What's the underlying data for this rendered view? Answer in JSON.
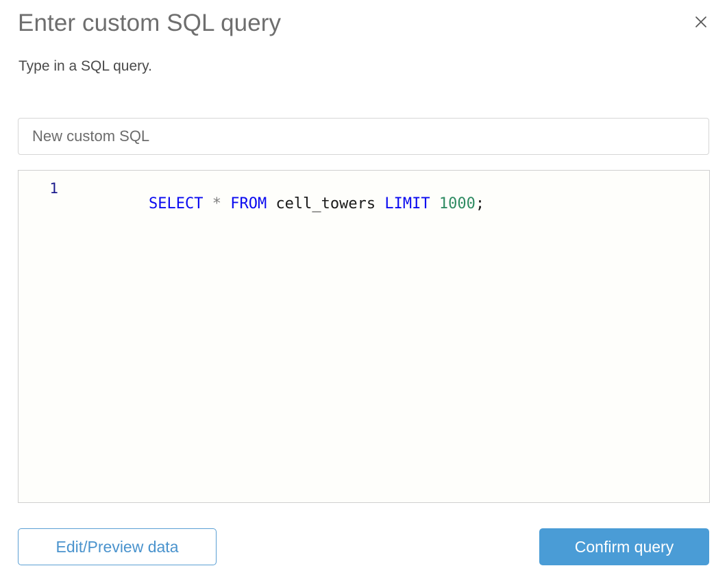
{
  "dialog": {
    "title": "Enter custom SQL query",
    "subtitle": "Type in a SQL query.",
    "close_icon": "close-icon"
  },
  "name_field": {
    "value": "",
    "placeholder": "New custom SQL"
  },
  "editor": {
    "line_numbers": [
      "1"
    ],
    "query": "SELECT * FROM cell_towers LIMIT 1000;",
    "tokens": [
      {
        "text": "SELECT",
        "type": "keyword"
      },
      {
        "text": " ",
        "type": "plain"
      },
      {
        "text": "*",
        "type": "operator"
      },
      {
        "text": " ",
        "type": "plain"
      },
      {
        "text": "FROM",
        "type": "keyword"
      },
      {
        "text": " ",
        "type": "plain"
      },
      {
        "text": "cell_towers",
        "type": "identifier"
      },
      {
        "text": " ",
        "type": "plain"
      },
      {
        "text": "LIMIT",
        "type": "keyword"
      },
      {
        "text": " ",
        "type": "plain"
      },
      {
        "text": "1000",
        "type": "number"
      },
      {
        "text": ";",
        "type": "punctuation"
      }
    ],
    "colors": {
      "keyword": "#0a0af0",
      "operator": "#808080",
      "identifier": "#1a1a1a",
      "number": "#2e8b62",
      "punctuation": "#1a1a1a",
      "line_number": "#1a1a8c",
      "background": "#fefefb"
    }
  },
  "footer": {
    "secondary_label": "Edit/Preview data",
    "primary_label": "Confirm query"
  },
  "theme": {
    "accent": "#4a9cd6",
    "accent_text": "#4a93cd",
    "title_color": "#6e6e6e",
    "subtitle_color": "#4a4a4a"
  }
}
